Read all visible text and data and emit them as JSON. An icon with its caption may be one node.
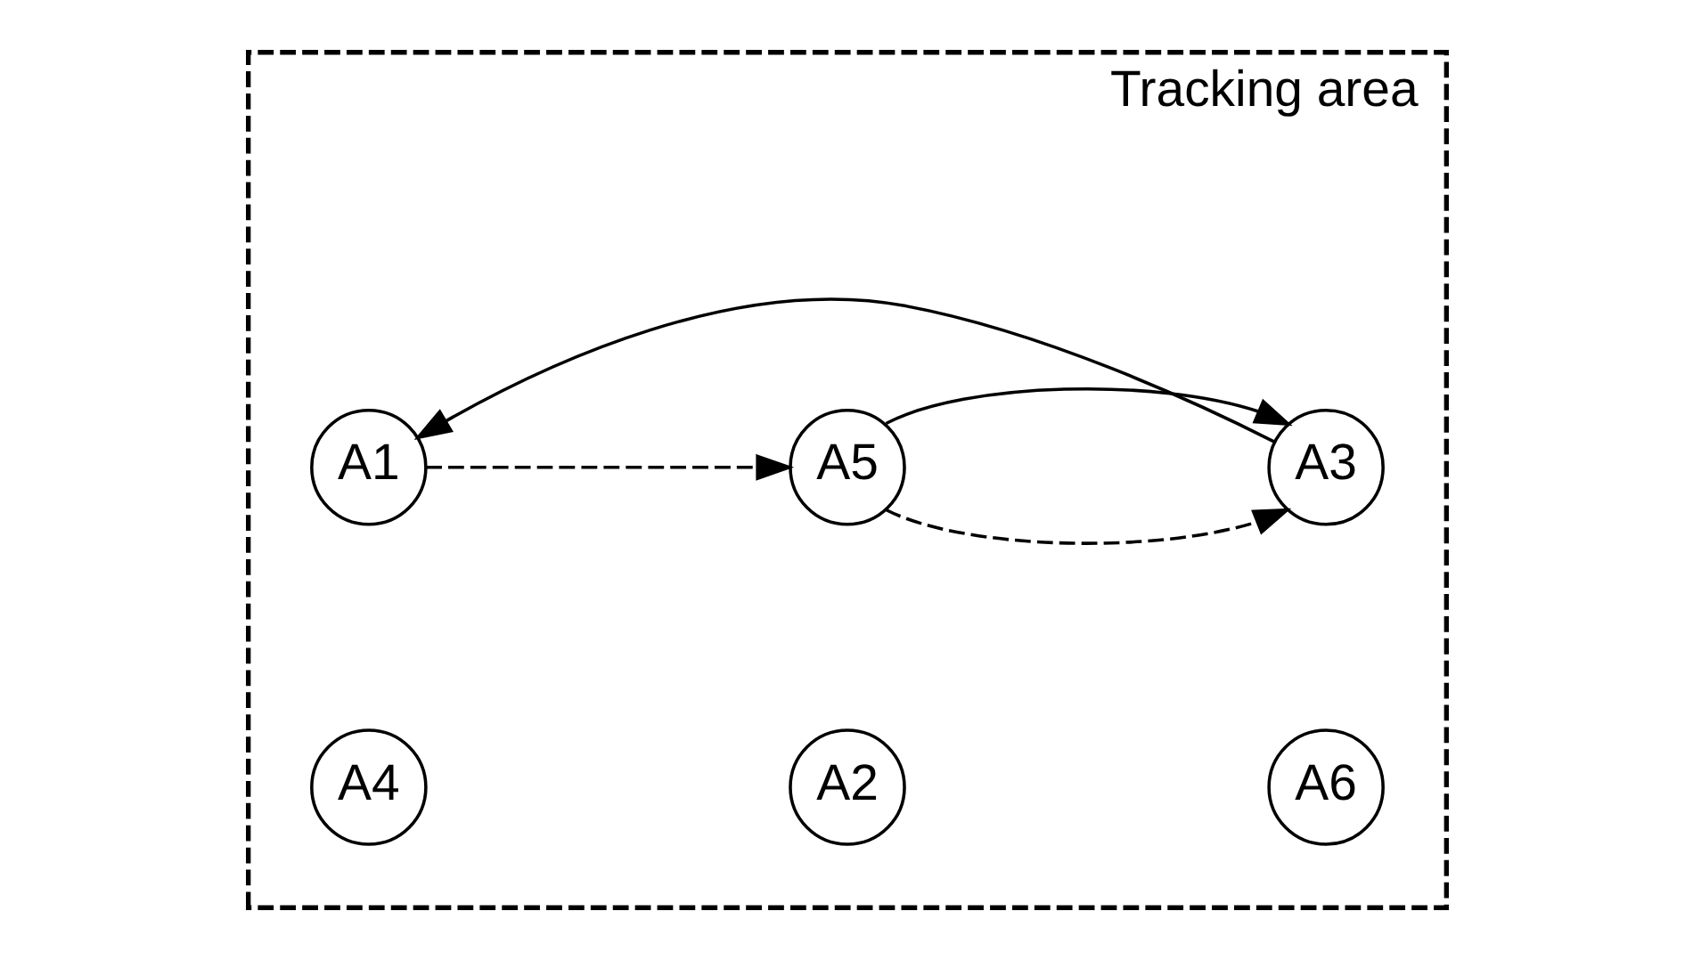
{
  "diagram": {
    "nodes": [
      {
        "text": [
          "Tracking area"
        ]
      },
      {
        "text": [
          "A1"
        ],
        "in": 0
      },
      {
        "text": [
          "A2"
        ],
        "in": 0
      },
      {
        "text": [
          "A3"
        ],
        "in": 0
      },
      {
        "text": [
          "A4"
        ],
        "in": 0
      },
      {
        "text": [
          "A5"
        ],
        "in": 0
      },
      {
        "text": [
          "A6"
        ],
        "in": 0
      }
    ],
    "edges": [
      {
        "from": 3,
        "to": 1,
        "arrow": "to"
      },
      {
        "from": 1,
        "to": 5,
        "arrow": "to",
        "style": "dashed"
      },
      {
        "from": 5,
        "to": 3,
        "arrow": "to",
        "style": "dashed"
      },
      {
        "from": 5,
        "to": 3,
        "arrow": "to"
      }
    ]
  }
}
